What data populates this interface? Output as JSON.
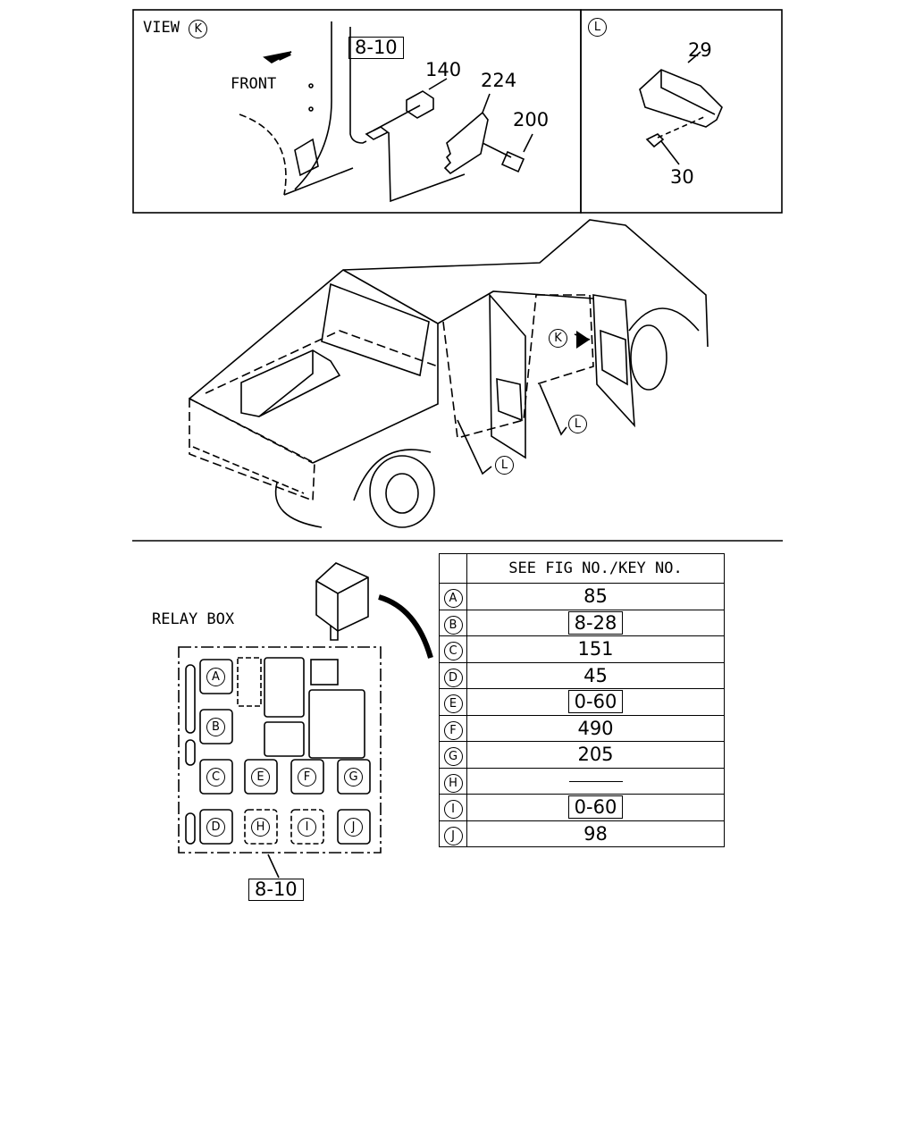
{
  "view_k": {
    "title": "VIEW",
    "key": "K",
    "front_label": "FRONT",
    "ref_box": "8-10",
    "parts": [
      "140",
      "224",
      "200"
    ]
  },
  "view_l": {
    "key": "L",
    "parts": [
      "29",
      "30"
    ]
  },
  "vehicle": {
    "marker_k": "K",
    "marker_l": "L"
  },
  "relay_box": {
    "label": "RELAY BOX",
    "ref_box": "8-10",
    "slots": [
      "A",
      "B",
      "C",
      "D",
      "E",
      "F",
      "G",
      "H",
      "I",
      "J"
    ]
  },
  "reference_table": {
    "header": "SEE FIG NO./KEY NO.",
    "rows": [
      {
        "key": "A",
        "value": "85",
        "boxed": false
      },
      {
        "key": "B",
        "value": "8-28",
        "boxed": true
      },
      {
        "key": "C",
        "value": "151",
        "boxed": false
      },
      {
        "key": "D",
        "value": "45",
        "boxed": false
      },
      {
        "key": "E",
        "value": "0-60",
        "boxed": true
      },
      {
        "key": "F",
        "value": "490",
        "boxed": false
      },
      {
        "key": "G",
        "value": "205",
        "boxed": false
      },
      {
        "key": "H",
        "value": "",
        "boxed": false
      },
      {
        "key": "I",
        "value": "0-60",
        "boxed": true
      },
      {
        "key": "J",
        "value": "98",
        "boxed": false
      }
    ]
  }
}
